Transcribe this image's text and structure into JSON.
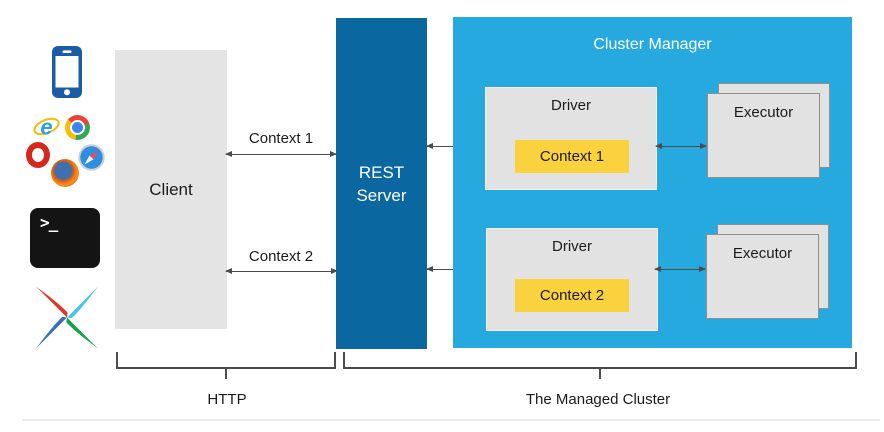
{
  "diagram": {
    "client": {
      "label": "Client"
    },
    "rest_server": {
      "line1": "REST",
      "line2": "Server"
    },
    "cluster_manager": {
      "title": "Cluster Manager"
    },
    "rows": [
      {
        "connection_label": "Context 1",
        "driver_label": "Driver",
        "context_label": "Context 1",
        "executor_label": "Executor"
      },
      {
        "connection_label": "Context 2",
        "driver_label": "Driver",
        "context_label": "Context 2",
        "executor_label": "Executor"
      }
    ],
    "braces": {
      "http_label": "HTTP",
      "managed_cluster_label": "The Managed Cluster"
    }
  },
  "icons": {
    "terminal_prompt": ">_",
    "ie_glyph": "e",
    "names": [
      "smartphone-icon",
      "internet-explorer-icon",
      "chrome-icon",
      "opera-icon",
      "safari-icon",
      "firefox-icon",
      "terminal-icon",
      "airflow-pinwheel-icon"
    ]
  },
  "colors": {
    "rest_blue": "#0A67A0",
    "cluster_blue": "#26A9DF",
    "context_yellow": "#F9D23E",
    "client_gray": "#E4E4E4",
    "box_gray": "#E2E2E2",
    "arrow_gray": "#4C4C4C",
    "text_dark": "#1B1B1B"
  }
}
